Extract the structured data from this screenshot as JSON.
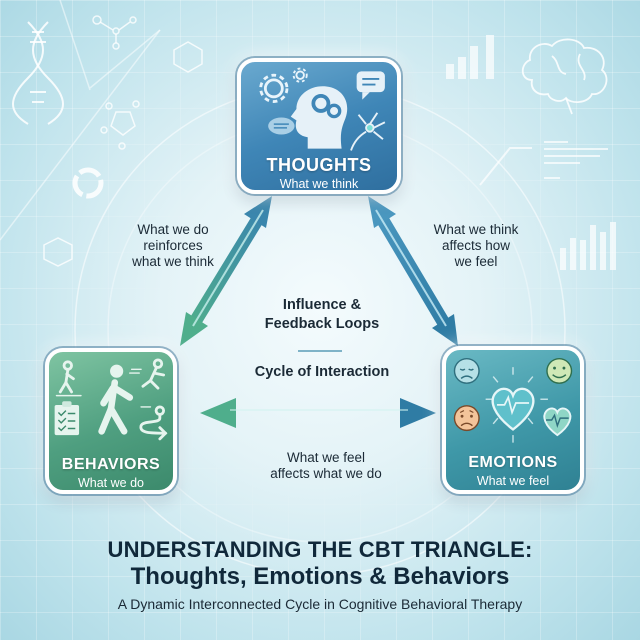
{
  "diagram": {
    "title_line1": "UNDERSTANDING THE CBT TRIANGLE:",
    "title_line2": "Thoughts, Emotions & Behaviors",
    "subtitle": "A Dynamic Interconnected Cycle in Cognitive Behavioral Therapy",
    "center": {
      "line1": "Influence &",
      "line2": "Feedback Loops",
      "line3": "Cycle of Interaction"
    },
    "nodes": [
      {
        "id": "thoughts",
        "title": "THOUGHTS",
        "subtitle": "What we think",
        "color": "#3f86b7",
        "icons": [
          "gear-icon",
          "head-gears-icon",
          "speech-bubble-icon",
          "neuron-icon"
        ]
      },
      {
        "id": "behaviors",
        "title": "BEHAVIORS",
        "subtitle": "What we do",
        "color": "#4f9f80",
        "icons": [
          "walking-person-icon",
          "running-person-icon",
          "clipboard-checklist-icon",
          "route-icon"
        ]
      },
      {
        "id": "emotions",
        "title": "EMOTIONS",
        "subtitle": "What we feel",
        "color": "#3f98a8",
        "icons": [
          "sad-face-icon",
          "happy-face-icon",
          "worried-face-icon",
          "heartbeat-heart-icon"
        ]
      }
    ],
    "edges": [
      {
        "from": "behaviors",
        "to": "thoughts",
        "label_lines": [
          "What we do",
          "reinforces",
          "what we think"
        ]
      },
      {
        "from": "thoughts",
        "to": "emotions",
        "label_lines": [
          "What we think",
          "affects how",
          "we feel"
        ]
      },
      {
        "from": "emotions",
        "to": "behaviors",
        "label_lines": [
          "What we feel",
          "affects what we do"
        ]
      }
    ],
    "colors": {
      "text_dark": "#10283a",
      "arrow_blue": "#3a86ad",
      "arrow_green": "#4fa58a"
    }
  }
}
